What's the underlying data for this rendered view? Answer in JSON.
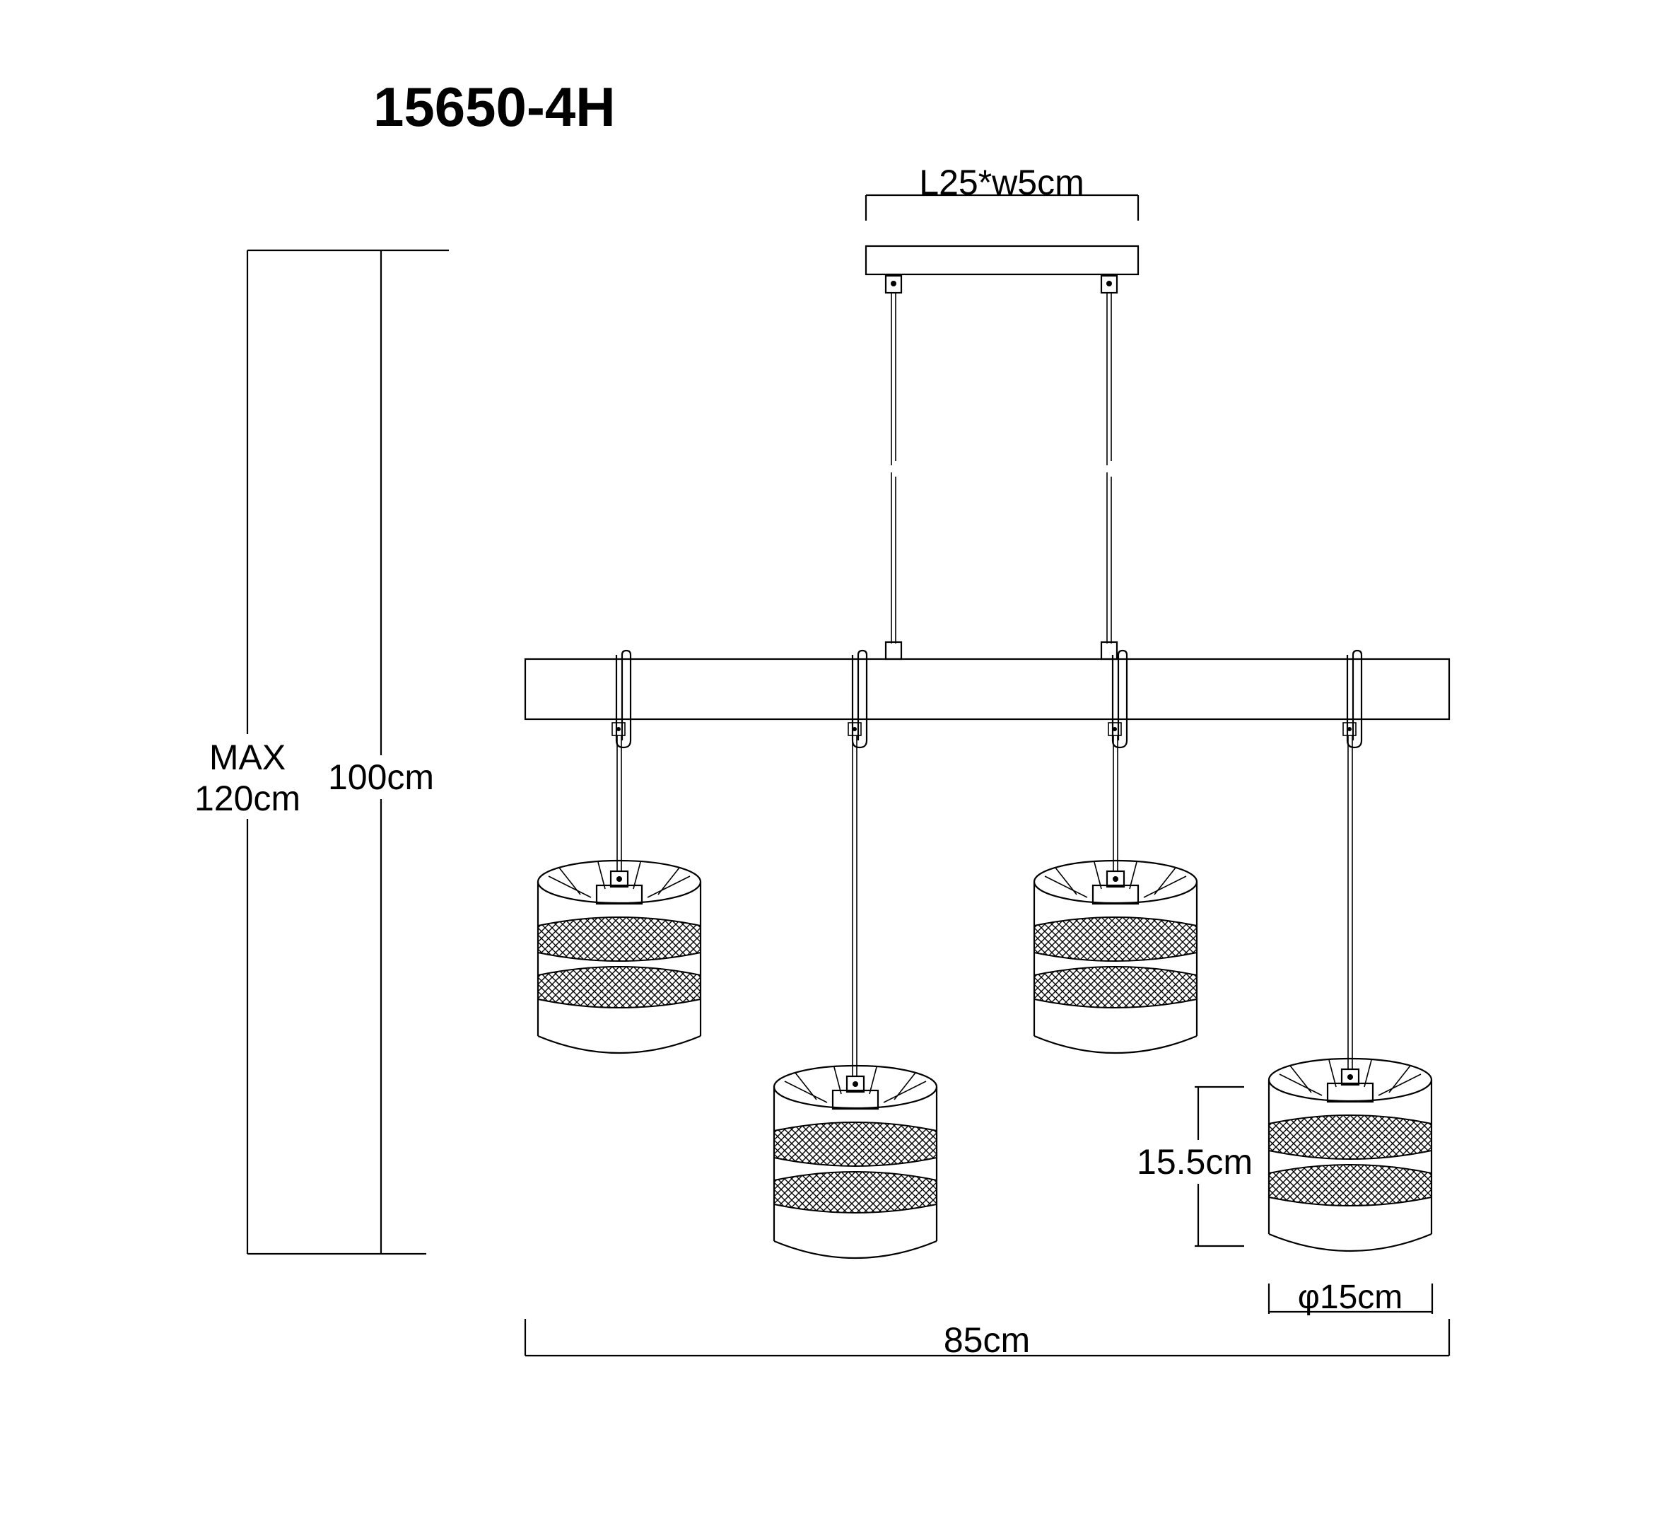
{
  "title": "15650-4H",
  "dimensions": {
    "canopy": "L25*w5cm",
    "max_height_line1": "MAX",
    "max_height_line2": "120cm",
    "height": "100cm",
    "shade_height": "15.5cm",
    "shade_diameter": "φ15cm",
    "total_width": "85cm"
  },
  "colors": {
    "line": "#000000",
    "background": "#ffffff"
  }
}
